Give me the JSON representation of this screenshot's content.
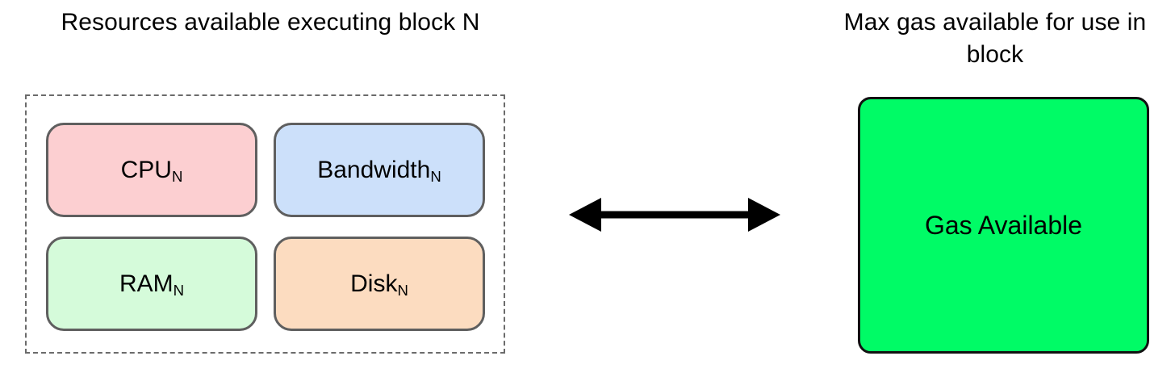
{
  "captions": {
    "left": "Resources available executing block N",
    "right": "Max gas available for use in block"
  },
  "resource_group": {
    "boxes": [
      {
        "base": "CPU",
        "subscript": "N",
        "fill": "#FCCFD1",
        "border": "#5F5F5F"
      },
      {
        "base": "Bandwidth",
        "subscript": "N",
        "fill": "#CCE0FA",
        "border": "#5F5F5F"
      },
      {
        "base": "RAM",
        "subscript": "N",
        "fill": "#D5FBDA",
        "border": "#5F5F5F"
      },
      {
        "base": "Disk",
        "subscript": "N",
        "fill": "#FCDCC0",
        "border": "#5F5F5F"
      }
    ],
    "container_border": "#6B6B6B",
    "container_border_style": "dashed"
  },
  "gas_box": {
    "label": "Gas Available",
    "fill": "#00FB66",
    "border": "#111111"
  },
  "connector": {
    "icon": "double-headed-arrow",
    "color": "#000000"
  },
  "canvas": {
    "background": "#FFFFFF"
  }
}
